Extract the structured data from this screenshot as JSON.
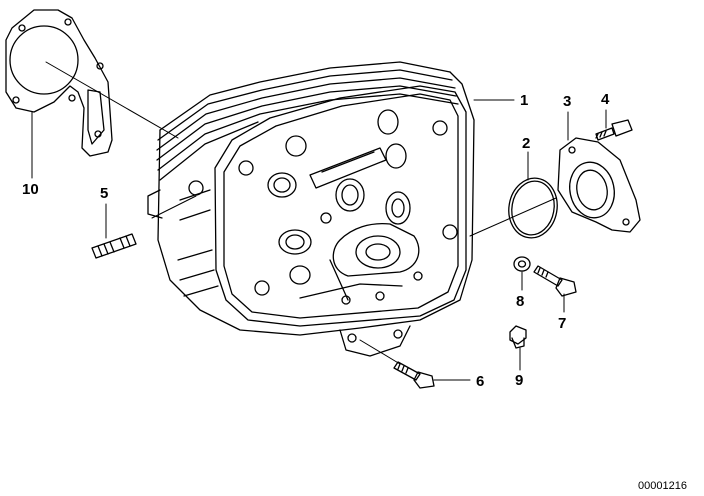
{
  "diagram": {
    "callouts": [
      {
        "id": "1",
        "label": "1"
      },
      {
        "id": "2",
        "label": "2"
      },
      {
        "id": "3",
        "label": "3"
      },
      {
        "id": "4",
        "label": "4"
      },
      {
        "id": "5",
        "label": "5"
      },
      {
        "id": "6",
        "label": "6"
      },
      {
        "id": "7",
        "label": "7"
      },
      {
        "id": "8",
        "label": "8"
      },
      {
        "id": "9",
        "label": "9"
      },
      {
        "id": "10",
        "label": "10"
      }
    ],
    "document_number": "00001216"
  },
  "colors": {
    "ink": "#000000",
    "paper": "#ffffff"
  }
}
